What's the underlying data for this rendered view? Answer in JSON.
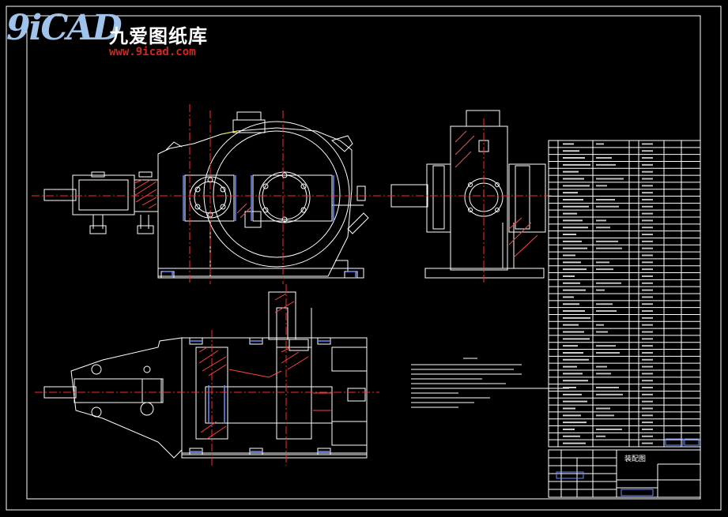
{
  "logo": {
    "mark": "9iCAD",
    "cn_name": "九爱图纸库",
    "url": "www.9icad.com"
  },
  "title_block": {
    "drawing_name": "装配图"
  },
  "colors": {
    "background": "#000000",
    "line": "#ffffff",
    "center_line": "#ff2a2a",
    "hatch": "#ff4444",
    "highlight": "#6a8cff",
    "dim": "#00c8ff",
    "logo_blue": "#9fc3ea",
    "logo_url": "#d0281f"
  }
}
